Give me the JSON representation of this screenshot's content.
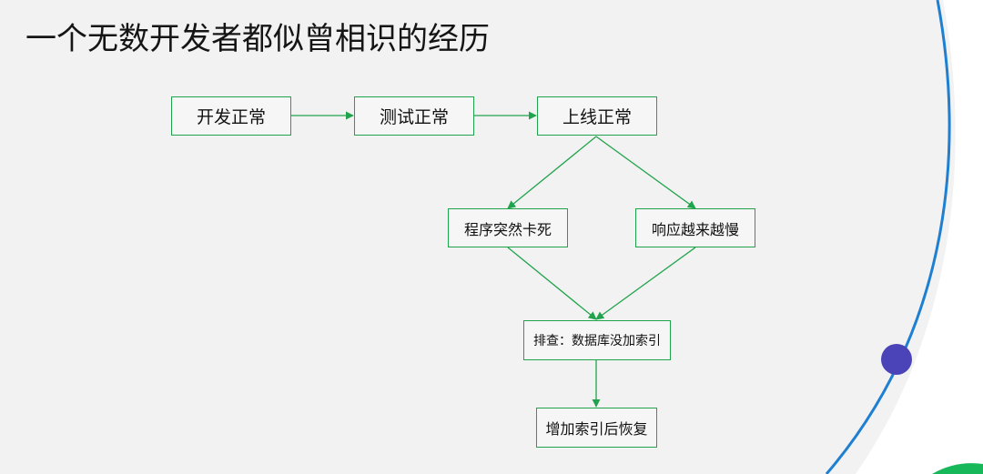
{
  "slide": {
    "title": "一个无数开发者都似曾相识的经历"
  },
  "colors": {
    "background": "#f2f2f2",
    "node_border": "#21a34d",
    "edge": "#21a34d",
    "ring_blue": "#1f7fd0",
    "ring_white": "#ffffff",
    "dot_purple": "#4a44b8",
    "accent_green": "#16b85a"
  },
  "flowchart": {
    "nodes": [
      {
        "id": "dev-normal",
        "label": "开发正常"
      },
      {
        "id": "test-normal",
        "label": "测试正常"
      },
      {
        "id": "online-normal",
        "label": "上线正常"
      },
      {
        "id": "program-freeze",
        "label": "程序突然卡死"
      },
      {
        "id": "response-slow",
        "label": "响应越来越慢"
      },
      {
        "id": "diagnose",
        "label": "排查：数据库没加索引"
      },
      {
        "id": "recover",
        "label": "增加索引后恢复"
      }
    ],
    "edges": [
      {
        "from": "dev-normal",
        "to": "test-normal"
      },
      {
        "from": "test-normal",
        "to": "online-normal"
      },
      {
        "from": "online-normal",
        "to": "program-freeze"
      },
      {
        "from": "online-normal",
        "to": "response-slow"
      },
      {
        "from": "program-freeze",
        "to": "diagnose"
      },
      {
        "from": "response-slow",
        "to": "diagnose"
      },
      {
        "from": "diagnose",
        "to": "recover"
      }
    ]
  }
}
